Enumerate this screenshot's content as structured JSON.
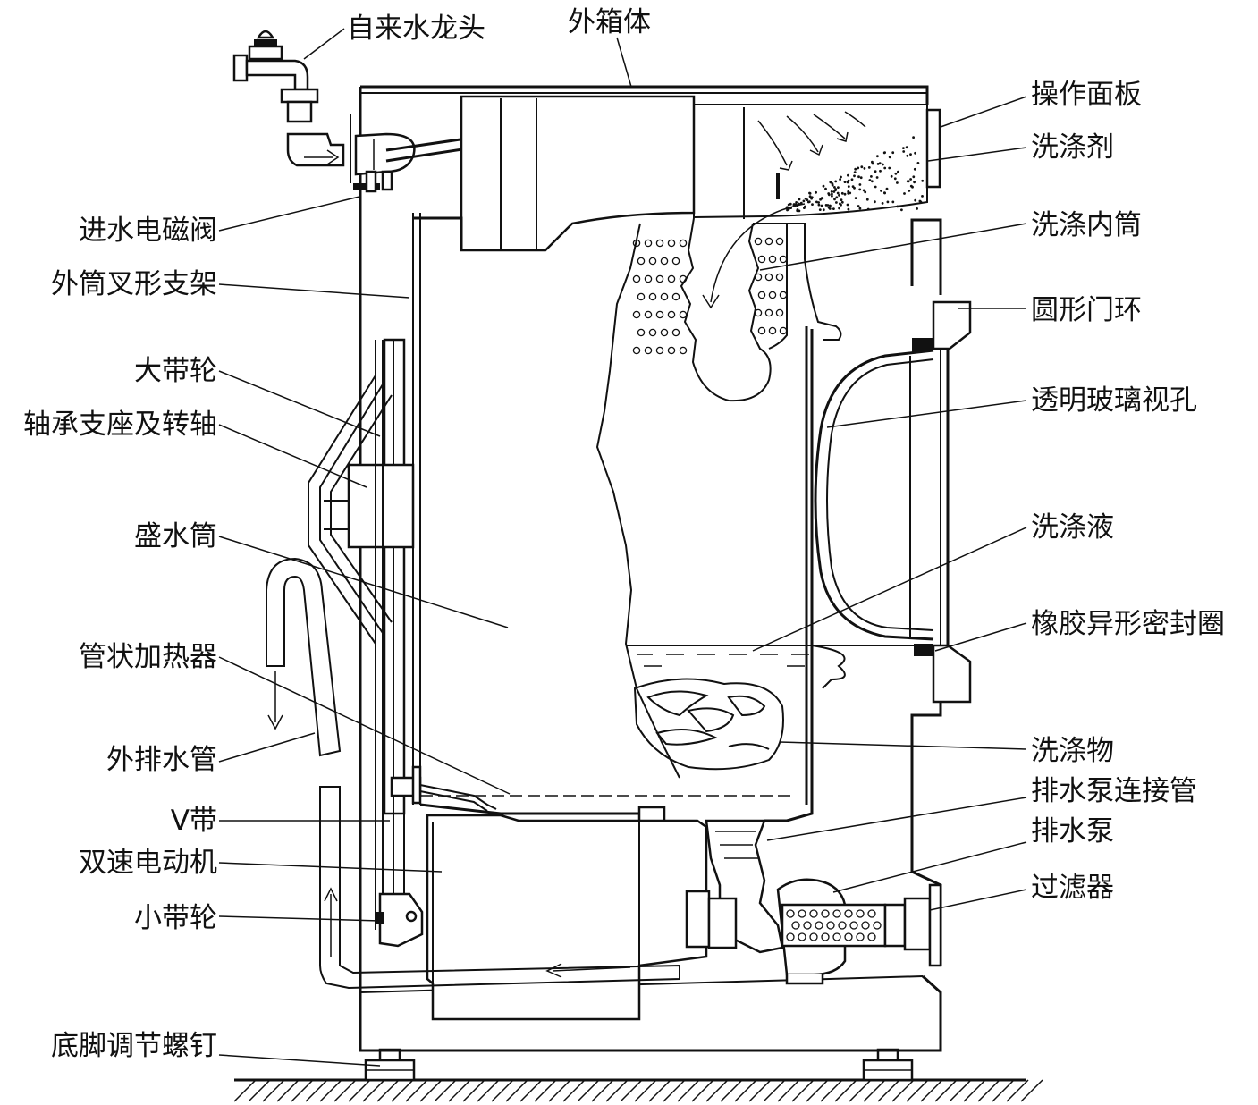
{
  "labels": {
    "faucet": "自来水龙头",
    "outer_cabinet": "外箱体",
    "control_panel": "操作面板",
    "detergent": "洗涤剂",
    "inlet_valve": "进水电磁阀",
    "tub_bracket": "外筒叉形支架",
    "inner_drum": "洗涤内筒",
    "door_ring": "圆形门环",
    "large_pulley": "大带轮",
    "glass_window": "透明玻璃视孔",
    "bearing_shaft": "轴承支座及转轴",
    "water_tub": "盛水筒",
    "wash_liquid": "洗涤液",
    "rubber_seal": "橡胶异形密封圈",
    "heater": "管状加热器",
    "drain_hose": "外排水管",
    "laundry": "洗涤物",
    "pump_pipe": "排水泵连接管",
    "v_belt": "V带",
    "drain_pump": "排水泵",
    "motor": "双速电动机",
    "filter": "过滤器",
    "small_pulley": "小带轮",
    "foot_screw": "底脚调节螺钉"
  }
}
